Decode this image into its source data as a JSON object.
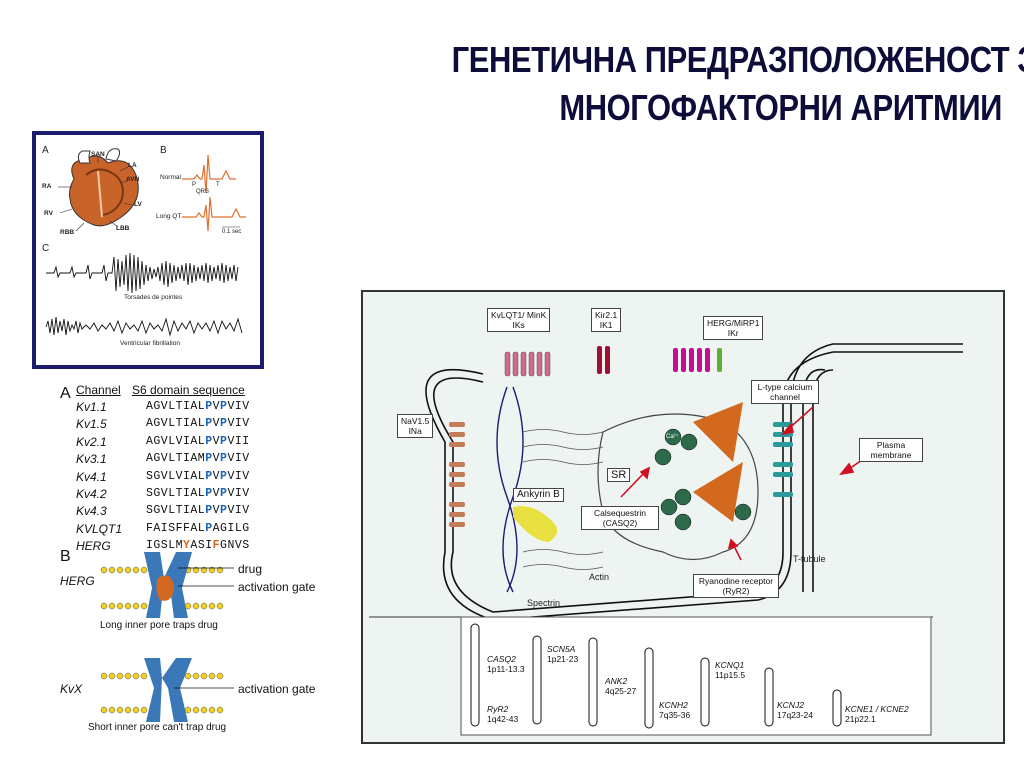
{
  "title": {
    "line1": "ГЕНЕТИЧНА ПРЕДРАЗПОЛОЖЕНОСТ ЗА",
    "line2": "МНОГОФАКТОРНИ АРИТМИИ"
  },
  "ecg_panel": {
    "label_a": "A",
    "label_b": "B",
    "label_c": "C",
    "heart_labels": [
      "SAN",
      "LA",
      "AVN",
      "RA",
      "RV",
      "LV",
      "RBB",
      "LBB"
    ],
    "normal": "Normal",
    "long_qt": "Long QT",
    "p": "P",
    "qrs": "QRS",
    "t": "T",
    "time": "0.1 sec",
    "torsades": "Torsades de pointes",
    "vfib": "Ventricular fibrillation"
  },
  "s6": {
    "label": "A",
    "col_channel": "Channel",
    "col_seq": "S6 domain sequence",
    "rows": [
      {
        "channel": "Kv1.1",
        "pre": "AGVLTIAL",
        "h1": "P",
        "m": "V",
        "h2": "P",
        "post": "VIV",
        "c": "b"
      },
      {
        "channel": "Kv1.5",
        "pre": "AGVLTIAL",
        "h1": "P",
        "m": "V",
        "h2": "P",
        "post": "VIV",
        "c": "b"
      },
      {
        "channel": "Kv2.1",
        "pre": "AGVLVIAL",
        "h1": "P",
        "m": "V",
        "h2": "P",
        "post": "VII",
        "c": "b"
      },
      {
        "channel": "Kv3.1",
        "pre": "AGVLTIAM",
        "h1": "P",
        "m": "V",
        "h2": "P",
        "post": "VIV",
        "c": "b"
      },
      {
        "channel": "Kv4.1",
        "pre": "SGVLVIAL",
        "h1": "P",
        "m": "V",
        "h2": "P",
        "post": "VIV",
        "c": "b"
      },
      {
        "channel": "Kv4.2",
        "pre": "SGVLTIAL",
        "h1": "P",
        "m": "V",
        "h2": "P",
        "post": "VIV",
        "c": "b"
      },
      {
        "channel": "Kv4.3",
        "pre": "SGVLTIAL",
        "h1": "P",
        "m": "V",
        "h2": "P",
        "post": "VIV",
        "c": "b"
      },
      {
        "channel": "KVLQT1",
        "pre": "FAISFFAL",
        "h1": "P",
        "m": "AGILG",
        "h2": "",
        "post": "",
        "c": "b"
      },
      {
        "channel": "HERG",
        "pre": "IGSLM",
        "h1": "Y",
        "m": "ASI",
        "h2": "F",
        "post": "GNVS",
        "c": "o"
      }
    ]
  },
  "pore": {
    "label": "B",
    "herg": "HERG",
    "kvx": "KvX",
    "drug": "drug",
    "gate1": "activation gate",
    "gate2": "activation gate",
    "cap1": "Long inner pore traps drug",
    "cap2": "Short inner pore can't trap drug"
  },
  "cell": {
    "kvlqt": "KvLQT1/ MinK",
    "iks": "IKs",
    "kir": "Kir2.1",
    "ik1": "IK1",
    "herg": "HERG/MiRP1",
    "ikr": "IKr",
    "nav": "NaV1.5",
    "ina": "INa",
    "ltype": "L-type calcium channel",
    "plasma": "Plasma membrane",
    "ankyrin": "Ankyrin B",
    "sr": "SR",
    "casq": "Calsequestrin (CASQ2)",
    "actin": "Actin",
    "spectrin": "Spectrin",
    "ttubule": "T-tubule",
    "ryr": "Ryanodine receptor (RyR2)",
    "ca": "Ca²⁺"
  },
  "chromosomes": [
    {
      "gene": "CASQ2",
      "loc": "1p11-13.3"
    },
    {
      "gene": "RyR2",
      "loc": "1q42-43"
    },
    {
      "gene": "SCN5A",
      "loc": "1p21-23"
    },
    {
      "gene": "ANK2",
      "loc": "4q25-27"
    },
    {
      "gene": "KCNH2",
      "loc": "7q35-36"
    },
    {
      "gene": "KCNQ1",
      "loc": "11p15.5"
    },
    {
      "gene": "KCNJ2",
      "loc": "17q23-24"
    },
    {
      "gene": "KCNE1 / KCNE2",
      "loc": "21p22.1"
    }
  ],
  "colors": {
    "title": "#0d0d3a",
    "frame": "#1c1c6e",
    "ecg": "#e07030",
    "heart": "#c8642a",
    "channel_blue": "#3b78b8",
    "orange": "#d2691e"
  }
}
